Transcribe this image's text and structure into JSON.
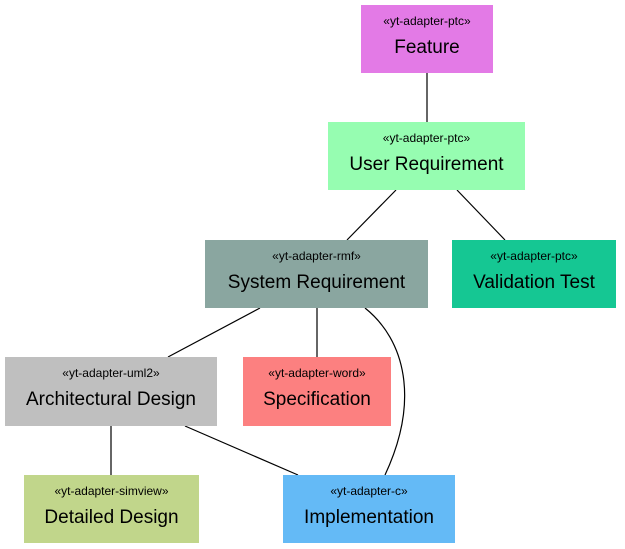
{
  "diagram": {
    "nodes": {
      "feature": {
        "stereotype": "«yt-adapter-ptc»",
        "label": "Feature",
        "color": "#e37ae6"
      },
      "user_requirement": {
        "stereotype": "«yt-adapter-ptc»",
        "label": "User Requirement",
        "color": "#96fdb1"
      },
      "system_requirement": {
        "stereotype": "«yt-adapter-rmf»",
        "label": "System Requirement",
        "color": "#8aa6a0"
      },
      "validation_test": {
        "stereotype": "«yt-adapter-ptc»",
        "label": "Validation Test",
        "color": "#15c793"
      },
      "architectural_design": {
        "stereotype": "«yt-adapter-uml2»",
        "label": "Architectural Design",
        "color": "#bfbfbf"
      },
      "specification": {
        "stereotype": "«yt-adapter-word»",
        "label": "Specification",
        "color": "#fc8080"
      },
      "detailed_design": {
        "stereotype": "«yt-adapter-simview»",
        "label": "Detailed Design",
        "color": "#c1d68b"
      },
      "implementation": {
        "stereotype": "«yt-adapter-c»",
        "label": "Implementation",
        "color": "#64baf6"
      }
    },
    "edges": [
      {
        "from": "feature",
        "to": "user_requirement"
      },
      {
        "from": "user_requirement",
        "to": "system_requirement"
      },
      {
        "from": "user_requirement",
        "to": "validation_test"
      },
      {
        "from": "system_requirement",
        "to": "architectural_design"
      },
      {
        "from": "system_requirement",
        "to": "specification"
      },
      {
        "from": "system_requirement",
        "to": "implementation"
      },
      {
        "from": "architectural_design",
        "to": "detailed_design"
      },
      {
        "from": "architectural_design",
        "to": "implementation"
      }
    ]
  }
}
